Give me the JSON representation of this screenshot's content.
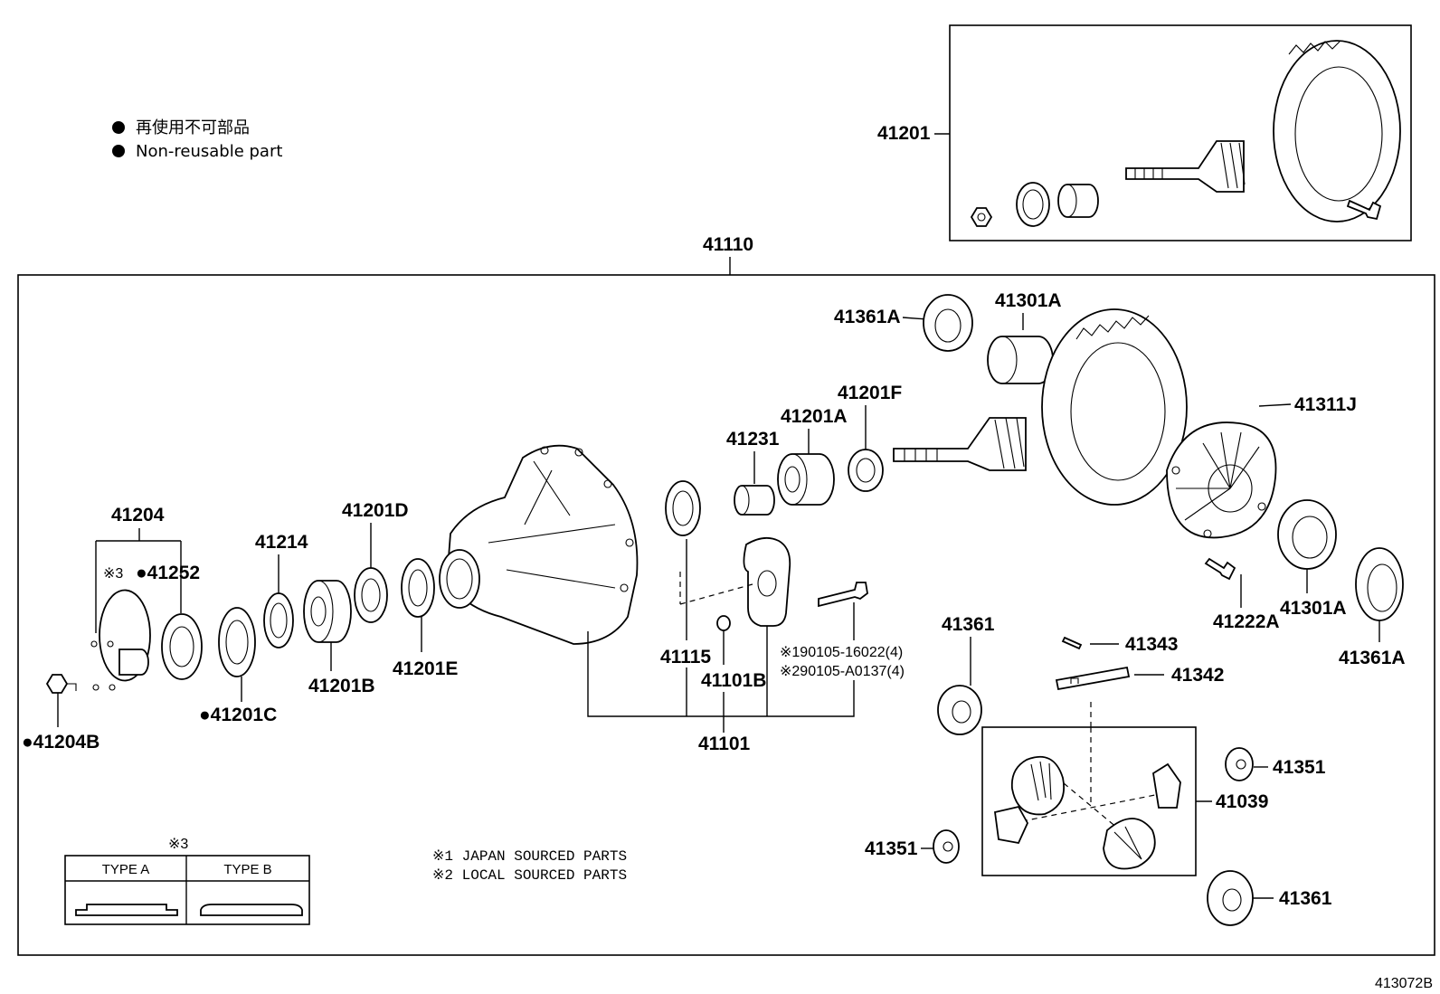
{
  "legend": {
    "marker": "●",
    "japanese": "再使用不可部品",
    "english": "Non-reusable part"
  },
  "diagram_code": "413072B",
  "notes": {
    "note1": "※1 JAPAN SOURCED PARTS",
    "note2": "※2 LOCAL SOURCED PARTS"
  },
  "type_table": {
    "ref": "※3",
    "type_a": "TYPE A",
    "type_b": "TYPE B"
  },
  "labels": {
    "p41201": "41201",
    "p41110": "41110",
    "p41361A_top": "41361A",
    "p41301A_top": "41301A",
    "p41201F": "41201F",
    "p41201A": "41201A",
    "p41231": "41231",
    "p41311J": "41311J",
    "p41204": "41204",
    "ref3": "※3",
    "p41252": "●41252",
    "p41214": "41214",
    "p41201D": "41201D",
    "p41201B": "41201B",
    "p41201E": "41201E",
    "p41201C": "●41201C",
    "p41204B": "●41204B",
    "p41115": "41115",
    "p41101B": "41101B",
    "p41101": "41101",
    "bolt1": "※190105-16022(4)",
    "bolt2": "※290105-A0137(4)",
    "p41222A": "41222A",
    "p41301A_right": "41301A",
    "p41361A_right": "41361A",
    "p41361_mid": "41361",
    "p41343": "41343",
    "p41342": "41342",
    "p41351_right": "41351",
    "p41039": "41039",
    "p41351_left": "41351",
    "p41361_bottom": "41361"
  }
}
